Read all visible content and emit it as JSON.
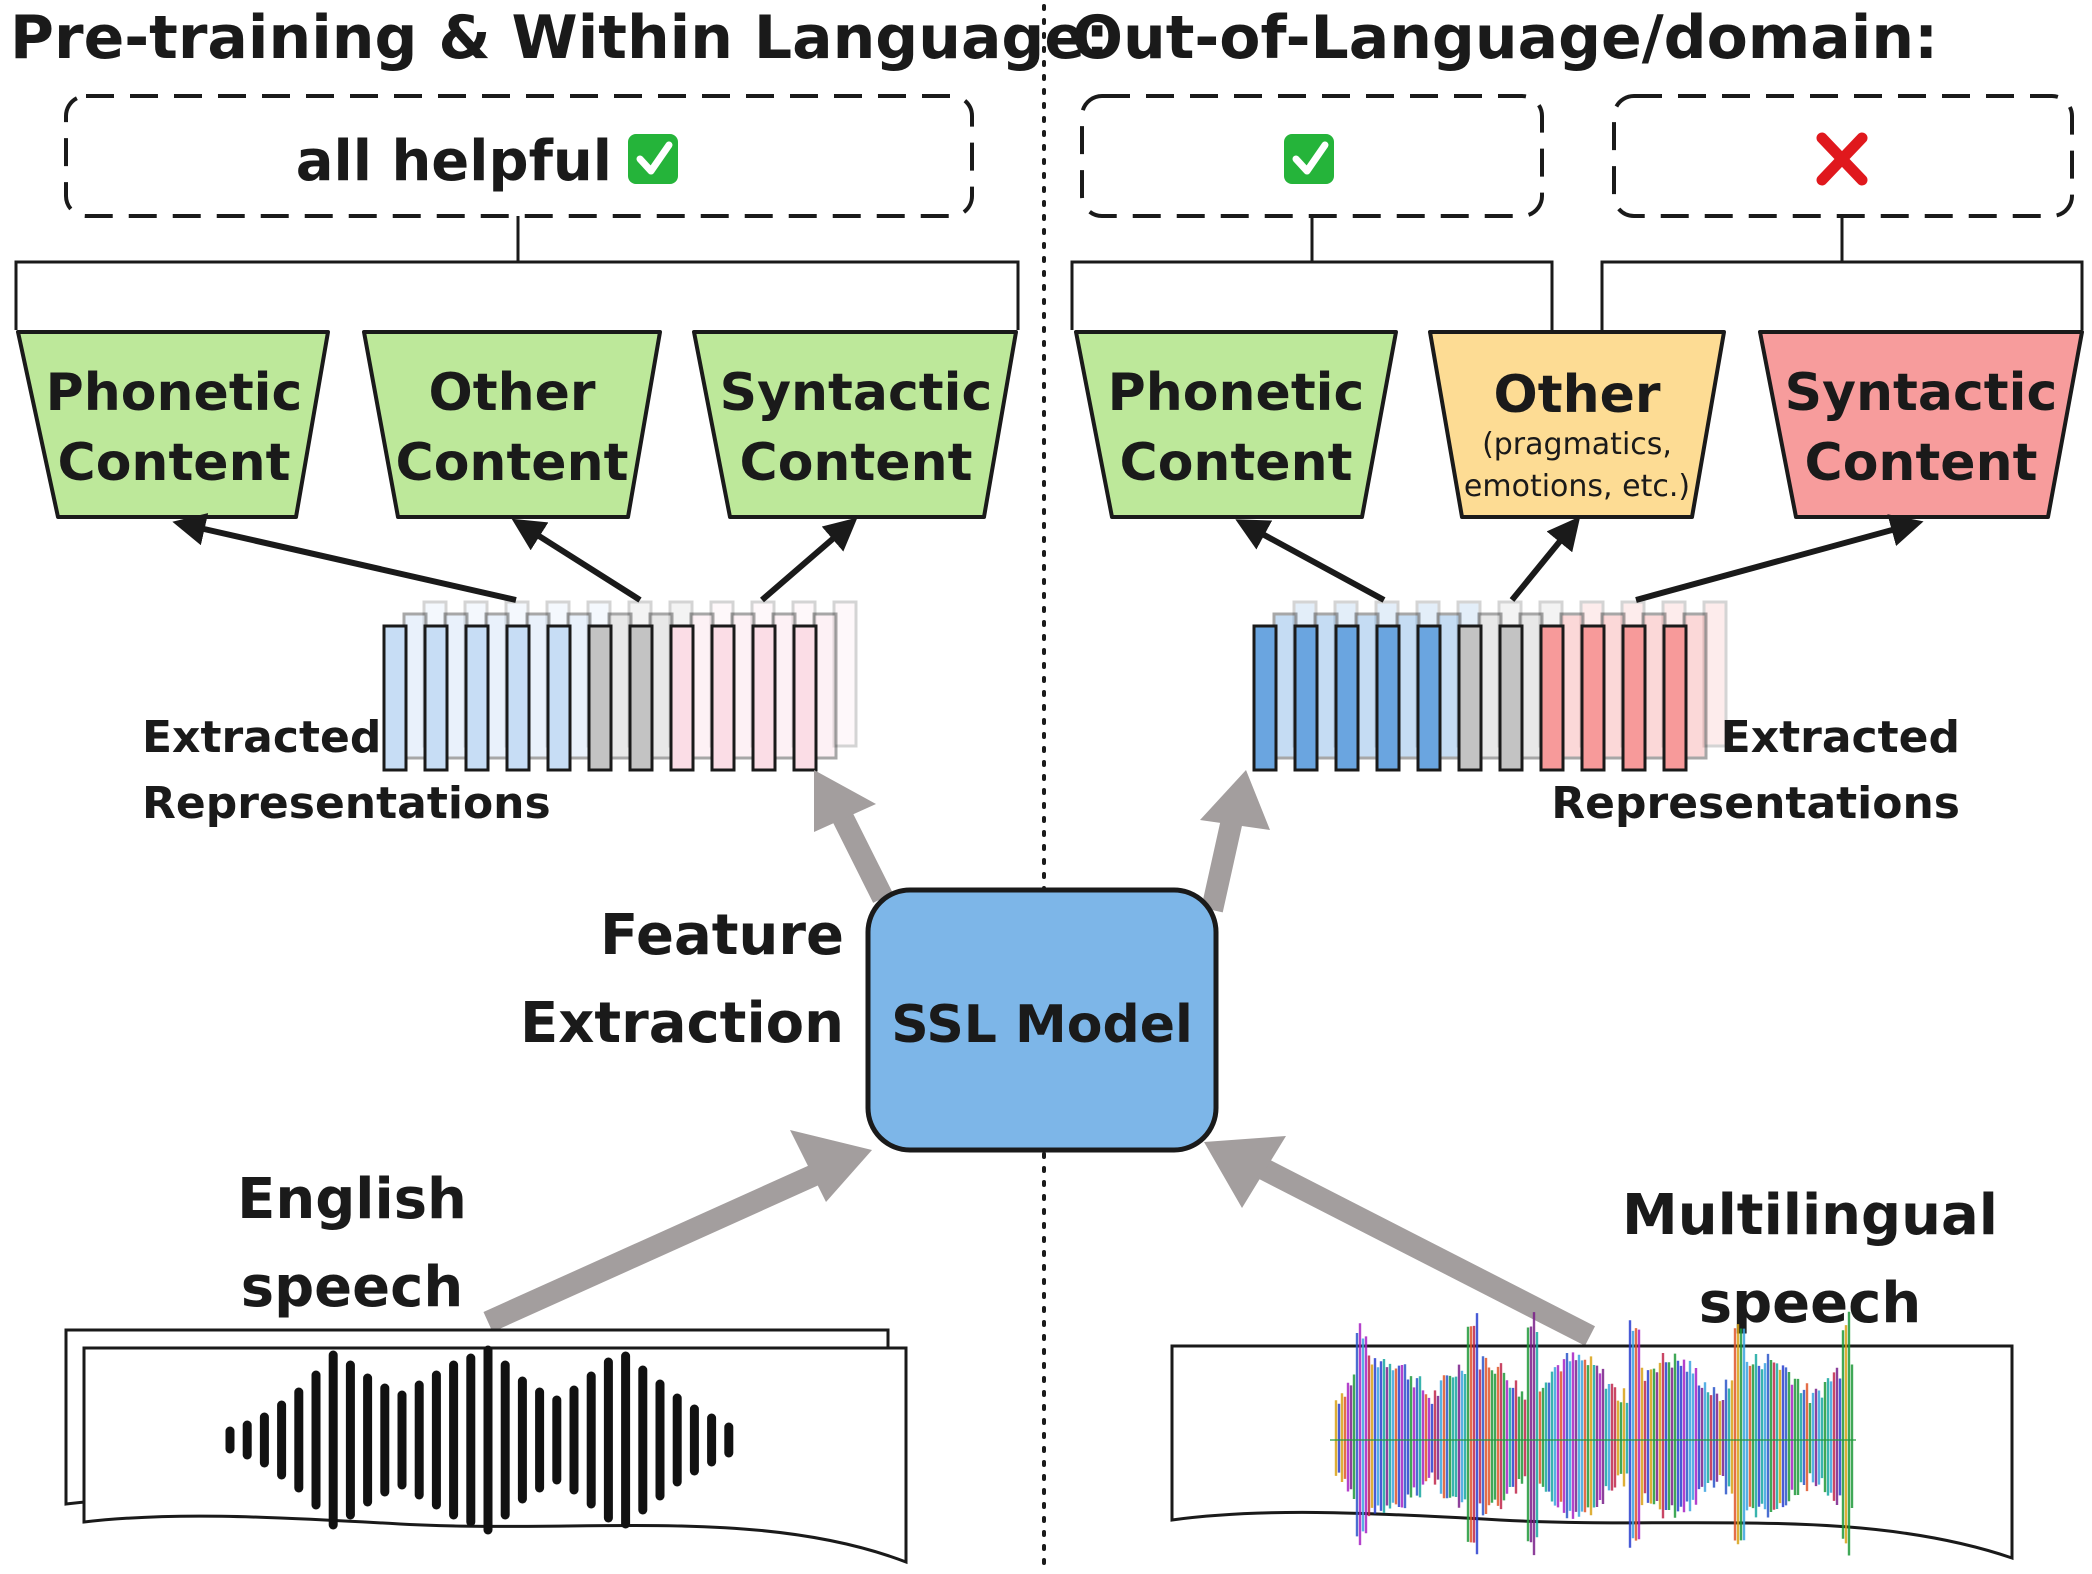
{
  "colors": {
    "helpful_green": "#bde89a",
    "neutral_orange": "#fddc94",
    "harmful_red": "#f79c9c",
    "ssl_blue": "#7db6e8",
    "flow_arrow_grey": "#a39e9e",
    "check_green": "#25b43a",
    "cross_red": "#e0181d"
  },
  "left_panel": {
    "heading": "Pre-training & Within Language:",
    "verdict": {
      "text": "all helpful",
      "icon": "check-mark-icon"
    },
    "boxes": [
      {
        "line1": "Phonetic",
        "line2": "Content"
      },
      {
        "line1": "Other",
        "line2": "Content"
      },
      {
        "line1": "Syntactic",
        "line2": "Content"
      }
    ],
    "repr_label_line1": "Extracted",
    "repr_label_line2": "Representations",
    "feature_label_line1": "Feature",
    "feature_label_line2": "Extraction",
    "input_line1": "English",
    "input_line2": "speech"
  },
  "right_panel": {
    "heading": "Out-of-Language/domain:",
    "verdicts": [
      {
        "icon": "check-mark-icon"
      },
      {
        "icon": "cross-mark-icon"
      }
    ],
    "boxes": [
      {
        "line1": "Phonetic",
        "line2": "Content"
      },
      {
        "title": "Other",
        "note1": "(pragmatics,",
        "note2": "emotions, etc.)"
      },
      {
        "line1": "Syntactic",
        "line2": "Content"
      }
    ],
    "repr_label_line1": "Extracted",
    "repr_label_line2": "Representations",
    "input_line1": "Multilingual",
    "input_line2": "speech"
  },
  "center": {
    "model_label": "SSL Model"
  }
}
